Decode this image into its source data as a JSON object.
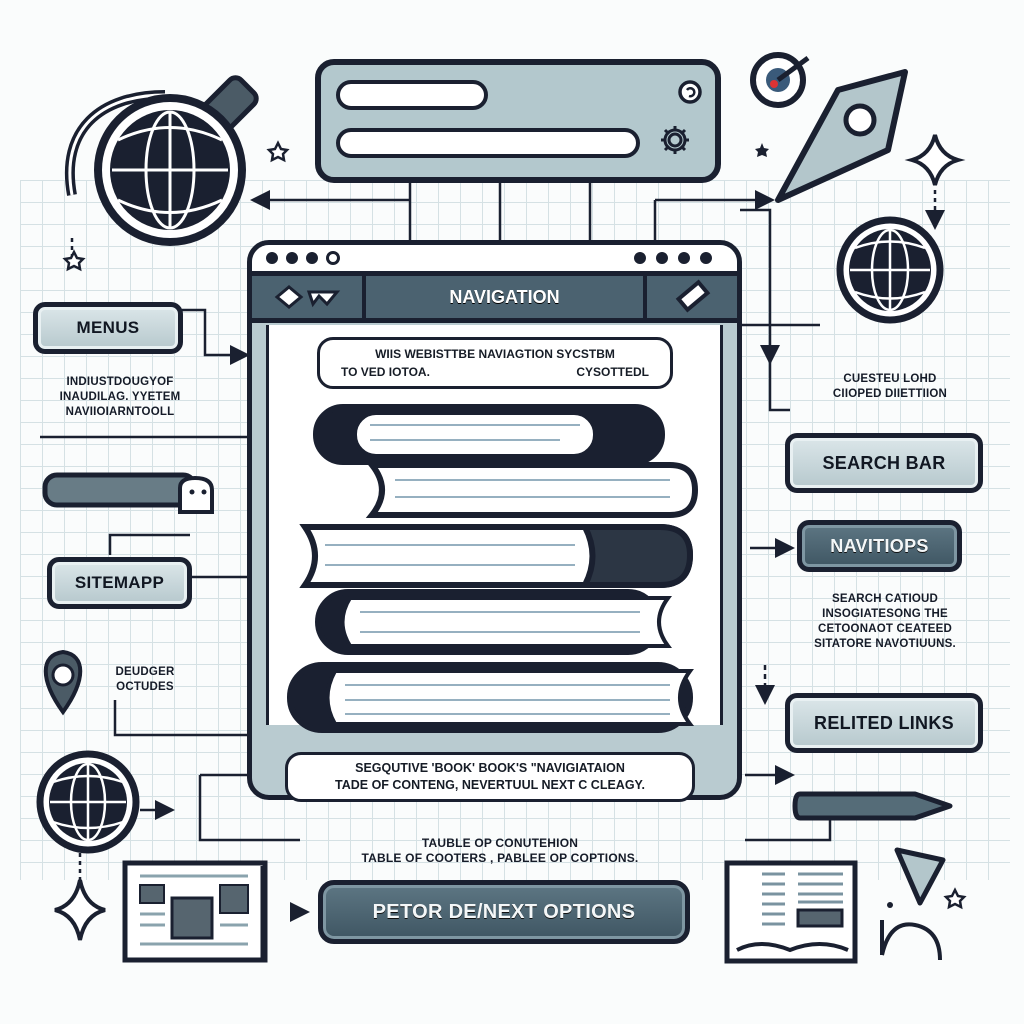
{
  "diagram": {
    "theme_colors": {
      "ink": "#1a2030",
      "slate": "#4b6270",
      "pale_slate": "#b9cbd0",
      "grid": "#c9d8dc"
    },
    "browser": {
      "title": "NAVIGATION",
      "callout_line1": "WIIS WEBISTTBE NAVIAGTION SYCSTBM",
      "callout_line2_left": "TO VED IOTOA.",
      "callout_line2_right": "CYSOTTEDL",
      "bottom_callout_line1": "SEGQUTIVE 'BOOK' BOOK'S \"NAVIGIATAION",
      "bottom_callout_line2": "TADE OF CONTENG, NEVERTUUL NEXT C CLEAGY."
    },
    "left": {
      "menus_label": "MENUS",
      "menus_note": [
        "INDIUSTDOUGYOF",
        "INAUDILAG. YYETEM",
        "NAVIIOIARNTOOLL"
      ],
      "sitemap_label": "SITEMAPP",
      "location_note": [
        "DEUDGER",
        "OCTUDES"
      ]
    },
    "right": {
      "search_note": [
        "CUESTEU LOHD",
        "CIIOPED DIIETTIION"
      ],
      "search_label": "SEARCH BAR",
      "navitops_label": "NAVITIOPS",
      "navitops_note": [
        "SEARCH CATIOUD",
        "INSOGIATESONG THE",
        "CETOONAOT CEATEED",
        "SITATORE NAVOTIUUNS."
      ],
      "related_label": "RELITED LINKS"
    },
    "bottom": {
      "table_note_line1": "TAUBLE OP CONUTEHION",
      "table_note_line2": "TABLE OF COOTERS , PABLEE OP COPTIONS.",
      "prev_next_label": "PETOR DE/NEXT OPTIONS"
    },
    "icons": [
      "globe-magnifier-icon",
      "target-icon",
      "pen-nib-icon",
      "sparkle-icon",
      "globe-icon",
      "location-pin-icon",
      "gear-icon",
      "refresh-icon",
      "book-stack-icon",
      "web-page-icon",
      "open-book-icon",
      "lamp-icon",
      "star-icon"
    ]
  }
}
